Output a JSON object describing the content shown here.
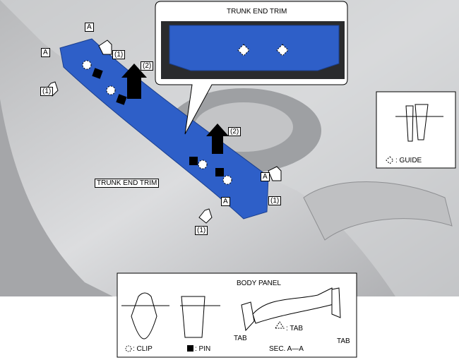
{
  "main": {
    "trim_label": "TRUNK END TRIM",
    "section_marks": [
      "A",
      "A",
      "A",
      "A"
    ],
    "step_labels": [
      "(1)",
      "(1)",
      "(2)",
      "(2)",
      "(1)",
      "(1)"
    ]
  },
  "inset_top": {
    "trim_label": "TRUNK END TRIM"
  },
  "inset_guide": {
    "legend": ": GUIDE"
  },
  "legend_box": {
    "clip_label": ": CLIP",
    "pin_label": ": PIN",
    "body_panel_label": "BODY PANEL",
    "tab_labels": [
      "TAB",
      "TAB"
    ],
    "tab_legend": ": TAB",
    "section_label": "SEC. A—A"
  },
  "colors": {
    "trim_blue": "#2e5fc8",
    "car_gray": "#c9cacc"
  }
}
